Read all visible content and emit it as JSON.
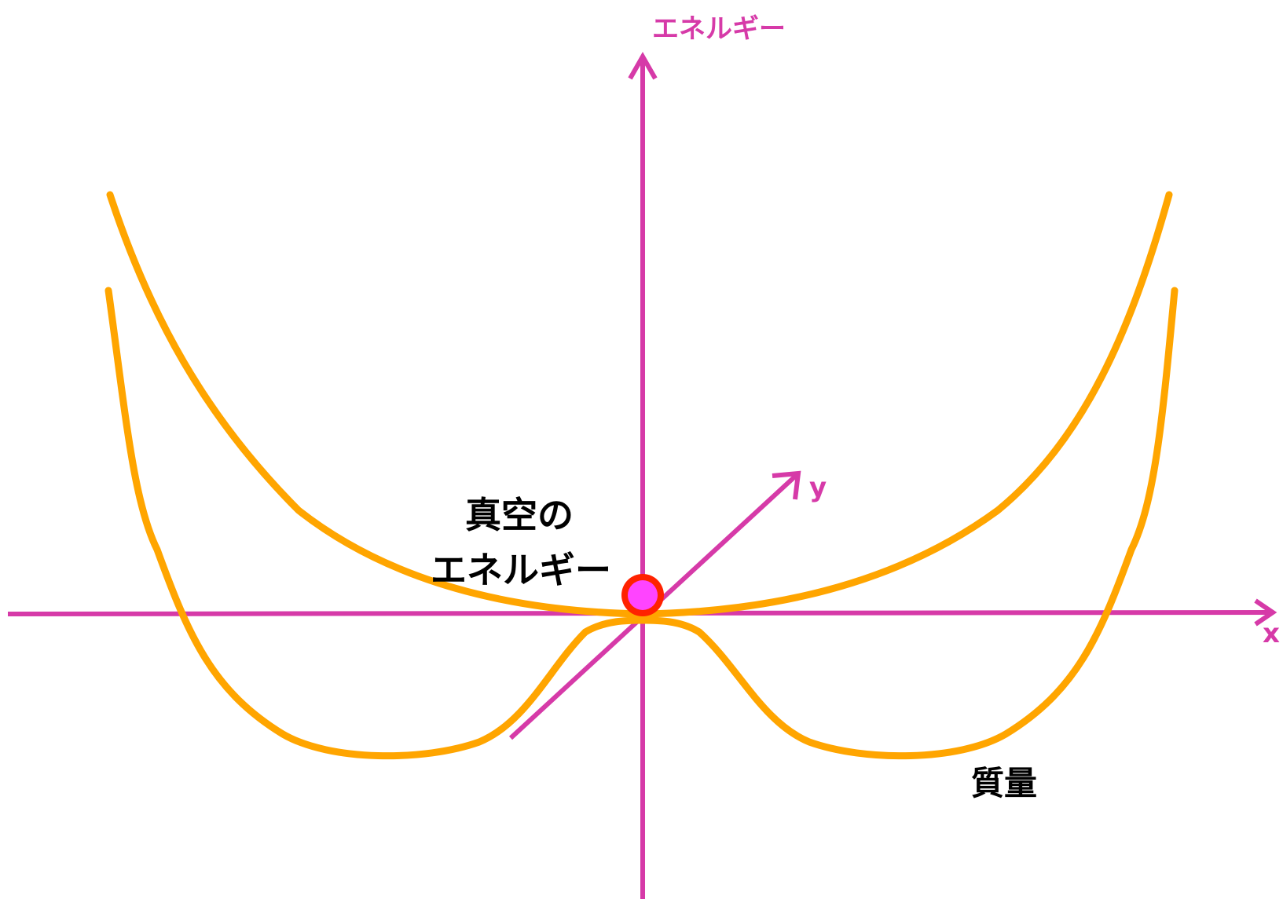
{
  "labels": {
    "energy_axis": "エネルギー",
    "x_axis": "x",
    "y_axis": "y",
    "vacuum_line1": "真空の",
    "vacuum_line2": "エネルギー",
    "mass": "質量"
  },
  "colors": {
    "axis": "#d63aa8",
    "potential": "#ffa500",
    "ball_fill": "#ff44ff",
    "ball_ring": "#ff2200",
    "text": "#000000"
  }
}
